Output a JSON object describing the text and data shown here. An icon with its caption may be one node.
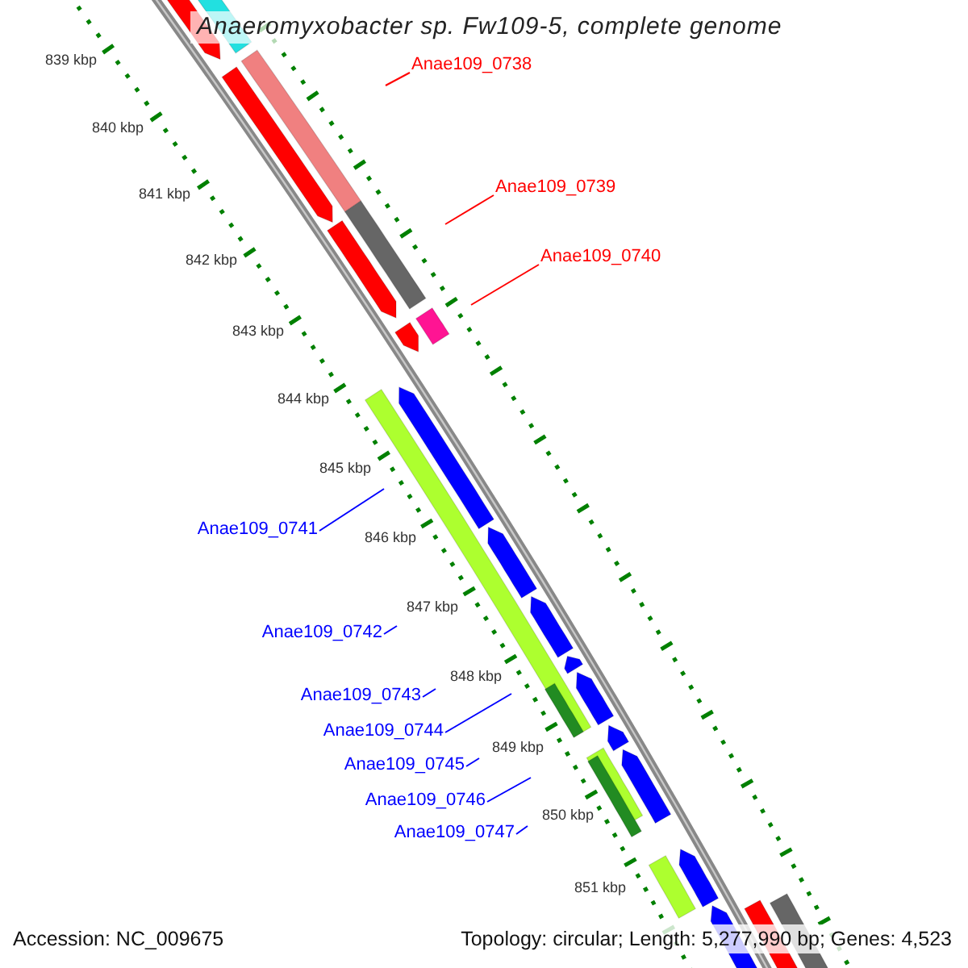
{
  "diagram": {
    "title": "Anaeromyxobacter sp. Fw109-5, complete genome",
    "nodes": [
      {
        "text": [
          "Anae109_0738"
        ]
      },
      {
        "text": [
          "Anae109_0739"
        ]
      },
      {
        "text": [
          "Anae109_0740"
        ]
      },
      {
        "text": [
          "Anae109_0741"
        ]
      },
      {
        "text": [
          "Anae109_0742"
        ]
      },
      {
        "text": [
          "Anae109_0743"
        ]
      },
      {
        "text": [
          "Anae109_0744"
        ]
      },
      {
        "text": [
          "Anae109_0745"
        ]
      },
      {
        "text": [
          "Anae109_0746"
        ]
      },
      {
        "text": [
          "Anae109_0747"
        ]
      }
    ],
    "edges": [
      {
        "from": 0,
        "to": null,
        "arrow": "none",
        "color": "#ff0000"
      },
      {
        "from": 1,
        "to": null,
        "arrow": "none",
        "color": "#ff0000"
      },
      {
        "from": 2,
        "to": null,
        "arrow": "none",
        "color": "#ff0000"
      },
      {
        "from": 3,
        "to": null,
        "arrow": "none"
      },
      {
        "from": 4,
        "to": null,
        "arrow": "none"
      },
      {
        "from": 5,
        "to": null,
        "arrow": "none"
      },
      {
        "from": 6,
        "to": null,
        "arrow": "none"
      },
      {
        "from": 7,
        "to": null,
        "arrow": "none"
      },
      {
        "from": 8,
        "to": null,
        "arrow": "none"
      },
      {
        "from": 9,
        "to": null,
        "arrow": "none"
      }
    ],
    "labels": [
      "839 kbp",
      "840 kbp",
      "841 kbp",
      "842 kbp",
      "843 kbp",
      "844 kbp",
      "845 kbp",
      "846 kbp",
      "847 kbp",
      "848 kbp",
      "849 kbp",
      "850 kbp",
      "851 kbp",
      "Accession: NC_009675",
      "Topology: circular; Length: 5,277,990 bp; Genes: 4,523"
    ]
  }
}
